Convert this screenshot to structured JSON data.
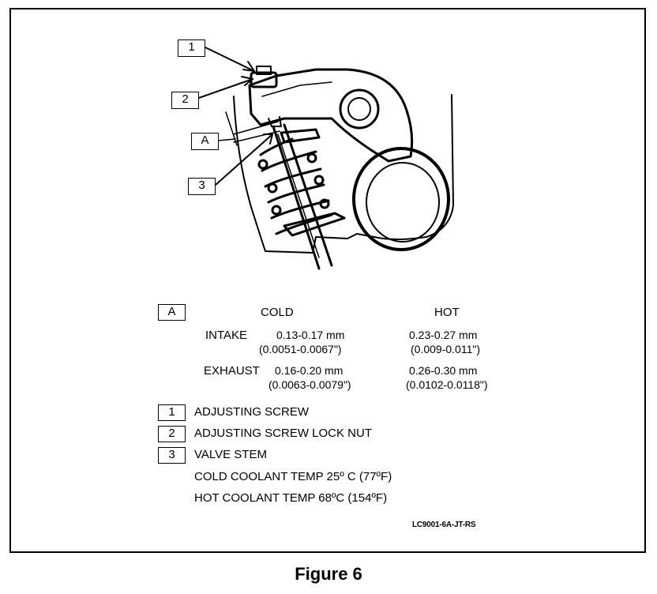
{
  "diagram": {
    "callouts": {
      "c1": "1",
      "c2": "2",
      "cA": "A",
      "c3": "3"
    }
  },
  "spec_table": {
    "key": "A",
    "col_cold": "COLD",
    "col_hot": "HOT",
    "rows": [
      {
        "label": "INTAKE",
        "cold_mm": "0.13-0.17 mm",
        "cold_in": "(0.0051-0.0067\")",
        "hot_mm": "0.23-0.27 mm",
        "hot_in": "(0.009-0.011\")"
      },
      {
        "label": "EXHAUST",
        "cold_mm": "0.16-0.20 mm",
        "cold_in": "(0.0063-0.0079\")",
        "hot_mm": "0.26-0.30 mm",
        "hot_in": "(0.0102-0.0118\")"
      }
    ]
  },
  "legend": [
    {
      "key": "1",
      "text": "ADJUSTING SCREW"
    },
    {
      "key": "2",
      "text": "ADJUSTING SCREW LOCK NUT"
    },
    {
      "key": "3",
      "text": "VALVE STEM"
    }
  ],
  "notes": [
    "COLD COOLANT TEMP 25º C (77ºF)",
    "HOT COOLANT TEMP 68ºC (154ºF)"
  ],
  "reference_code": "LC9001-6A-JT-RS",
  "caption": "Figure 6"
}
